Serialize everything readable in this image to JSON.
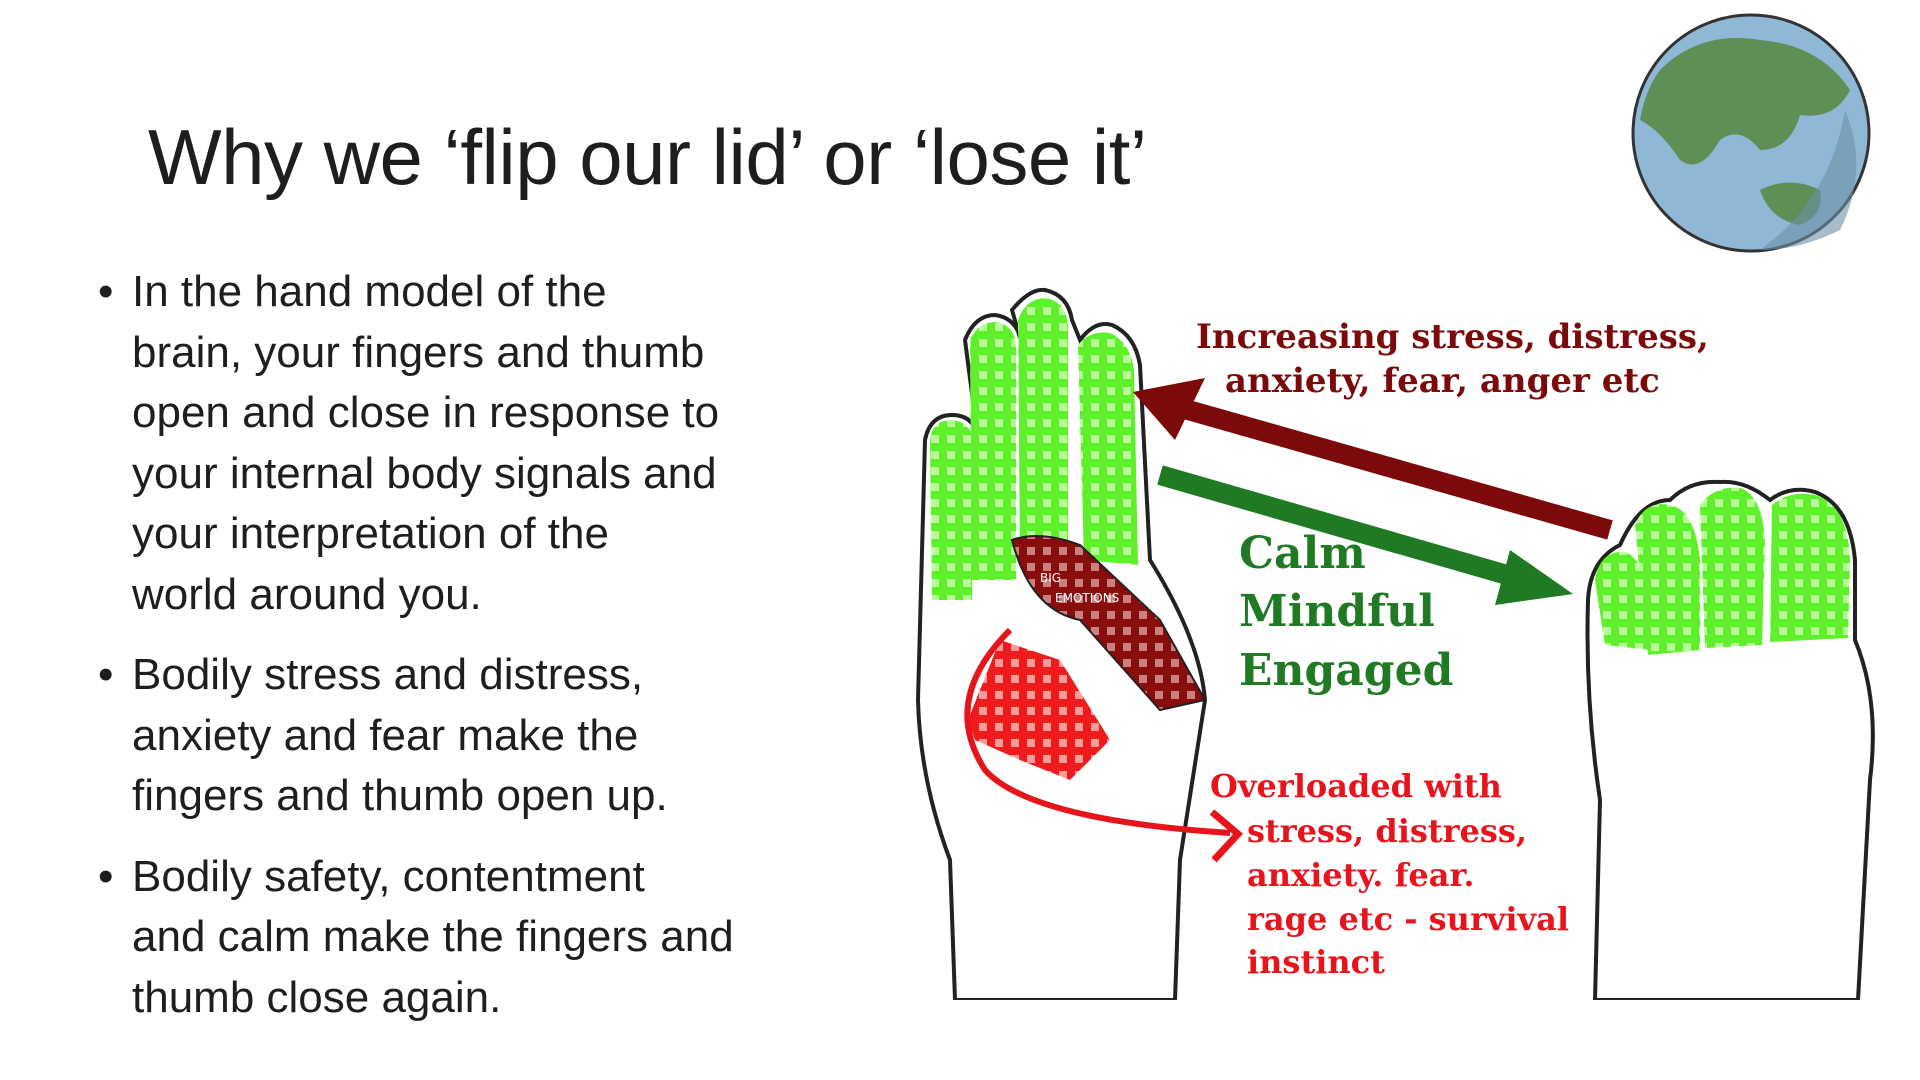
{
  "slide": {
    "title": "Why we ‘flip our lid’ or ‘lose it’",
    "bullet_glyph": "•",
    "bullets": [
      {
        "lines": [
          "In the hand model of the",
          "brain, your fingers and thumb",
          "open and close in response to",
          "your internal body signals and",
          "your interpretation of the",
          "world around you."
        ]
      },
      {
        "lines": [
          "Bodily stress and distress,",
          "anxiety and fear make the",
          "fingers and thumb open up."
        ]
      },
      {
        "lines": [
          "Bodily safety, contentment",
          "and calm make the fingers and",
          "thumb close again."
        ]
      }
    ]
  },
  "illustration": {
    "stress_label": [
      "Increasing stress, distress,",
      "anxiety, fear, anger etc"
    ],
    "calm_label": [
      "Calm",
      "Mindful",
      "Engaged"
    ],
    "overload_label": [
      "Overloaded with",
      "stress, distress,",
      "anxiety. fear.",
      "rage etc - survival",
      "instinct"
    ],
    "thumb_label": [
      "BIG",
      "EMOTIONS"
    ],
    "colors": {
      "stress": "#7d0a0a",
      "calm": "#1f7a23",
      "overload": "#e8141b",
      "finger": "#5ef02a"
    }
  },
  "globe": {
    "icon": "globe-icon"
  }
}
